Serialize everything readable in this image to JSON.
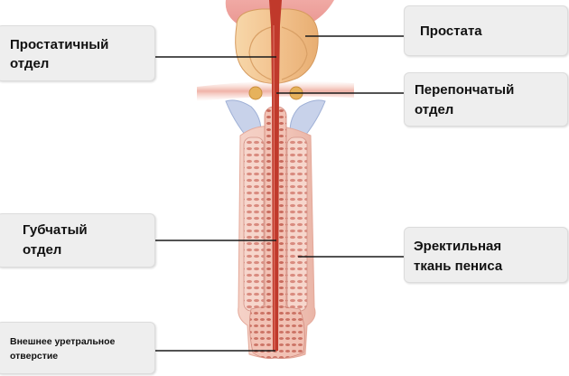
{
  "labels": {
    "prostatic": "Простатичный\nотдел",
    "prostate": "Простата",
    "membranous": "Перепончатый\nотдел",
    "spongy": "Губчатый\nотдел",
    "erectile": "Эректильная\nткань пениса",
    "orifice": "Внешнее уретральное\nотверстие"
  },
  "colors": {
    "prostate": "#f2c28e",
    "urethra": "#c0392b",
    "shaft": "#f3c9bd",
    "erectile_tissue": "#d98b7f",
    "crura": "#c8d2ea",
    "leader_line": "#1a1a1a",
    "label_bg": "#eeeeee"
  }
}
